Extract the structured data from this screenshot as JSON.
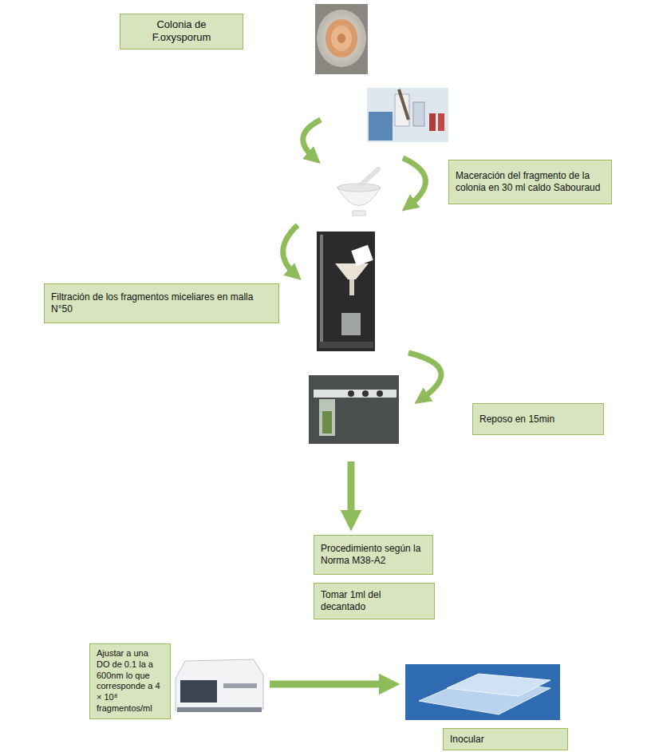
{
  "diagram": {
    "nodes": [
      {
        "text": [
          "Colonia de F.oxysporum"
        ]
      },
      {
        "text": [
          "Maceración del fragmento de la colonia en 30 ml caldo Sabouraud"
        ]
      },
      {
        "text": [
          "Filtración de los fragmentos miceliares en malla N°50"
        ]
      },
      {
        "text": [
          "Reposo en 15min"
        ]
      },
      {
        "text": [
          "Procedimiento según la Norma M38-A2"
        ]
      },
      {
        "text": [
          "Tomar 1ml del decantado"
        ]
      },
      {
        "text": [
          "Ajustar a una DO de 0.1 la a 600nm lo que corresponde a 4 × 10⁸ fragmentos/ml"
        ]
      },
      {
        "text": [
          "Inocular"
        ]
      }
    ]
  }
}
